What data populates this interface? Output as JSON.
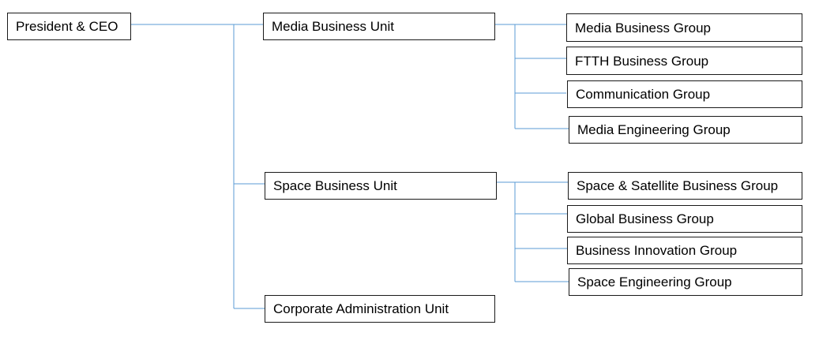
{
  "colors": {
    "connector": "#5b9bd5",
    "border": "#1a1a1a",
    "text": "#000000",
    "background": "#ffffff"
  },
  "org": {
    "root": {
      "label": "President & CEO"
    },
    "units": [
      {
        "label": "Media Business Unit",
        "groups": [
          {
            "label": "Media Business Group"
          },
          {
            "label": "FTTH Business Group"
          },
          {
            "label": "Communication Group"
          },
          {
            "label": "Media Engineering Group"
          }
        ]
      },
      {
        "label": "Space Business Unit",
        "groups": [
          {
            "label": "Space & Satellite Business Group"
          },
          {
            "label": "Global Business Group"
          },
          {
            "label": "Business Innovation Group"
          },
          {
            "label": "Space Engineering Group"
          }
        ]
      },
      {
        "label": "Corporate Administration Unit",
        "groups": []
      }
    ]
  }
}
